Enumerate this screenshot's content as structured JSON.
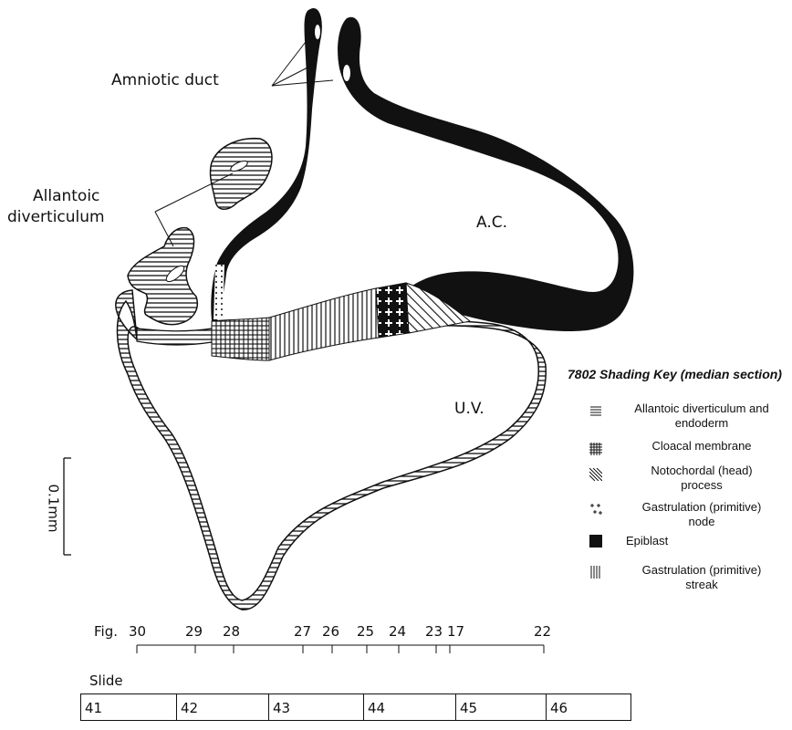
{
  "labels": {
    "amniotic_duct": "Amniotic duct",
    "allantoic_line1": "Allantoic",
    "allantoic_line2": "diverticulum",
    "ac": "A.C.",
    "uv": "U.V.",
    "scale": "0.1mm"
  },
  "shading_key": {
    "title": "7802 Shading Key (median section)",
    "items": [
      {
        "pattern": "horizontal-lines",
        "line1": "Allantoic diverticulum and",
        "line2": "endoderm"
      },
      {
        "pattern": "grid",
        "line1": "Cloacal membrane",
        "line2": ""
      },
      {
        "pattern": "diagonal-lines",
        "line1": "Notochordal (head)",
        "line2": "process"
      },
      {
        "pattern": "crosses",
        "line1": "Gastrulation (primitive)",
        "line2": "node"
      },
      {
        "pattern": "solid-black",
        "line1": "Epiblast",
        "line2": ""
      },
      {
        "pattern": "vertical-lines",
        "line1": "Gastrulation (primitive)",
        "line2": "streak"
      }
    ]
  },
  "fig_scale": {
    "prefix": "Fig.",
    "numbers": [
      "30",
      "29",
      "28",
      "27",
      "26",
      "25",
      "24",
      "23",
      "17",
      "22"
    ]
  },
  "slide_scale": {
    "label": "Slide",
    "cells": [
      "41",
      "42",
      "43",
      "44",
      "45",
      "46"
    ]
  },
  "colors": {
    "ink": "#111111",
    "background": "#ffffff"
  }
}
